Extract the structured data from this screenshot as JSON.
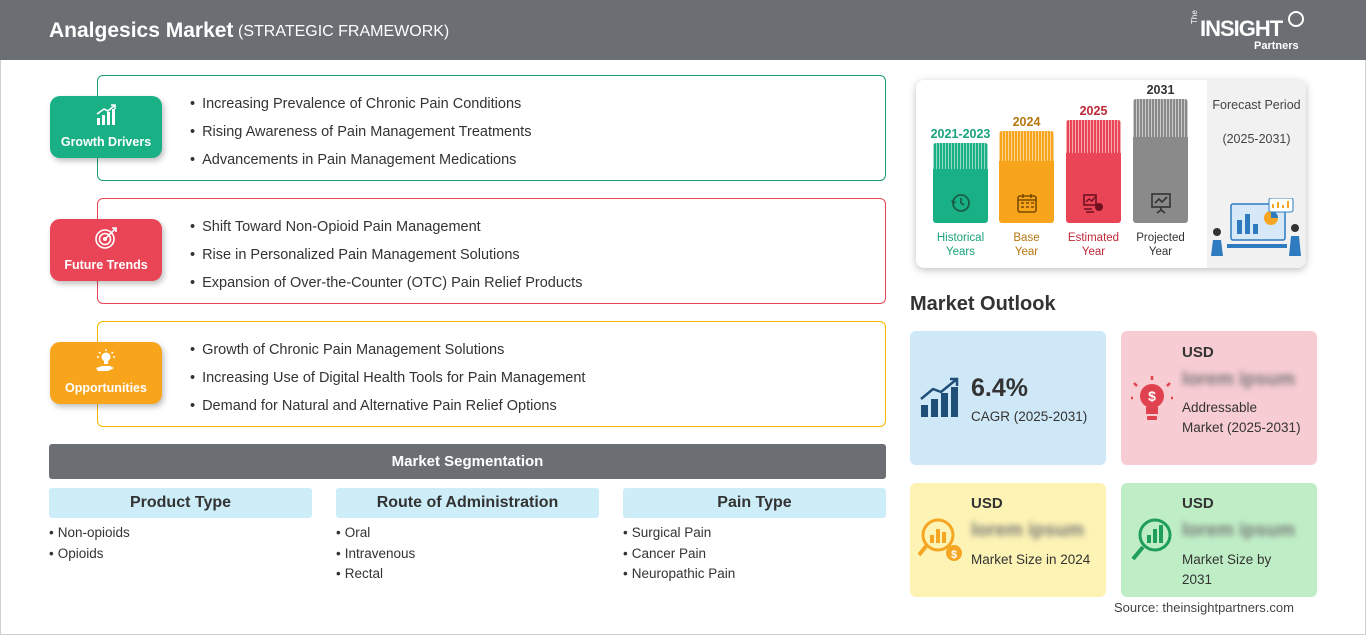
{
  "header": {
    "title": "Analgesics Market",
    "subtitle": "(STRATEGIC FRAMEWORK)",
    "logo": {
      "the": "The",
      "insight": "INSIGHT",
      "partners": "Partners"
    }
  },
  "framework": {
    "growth_drivers": {
      "label": "Growth Drivers",
      "color": "#19b085",
      "items": [
        "Increasing Prevalence of Chronic Pain Conditions",
        "Rising Awareness of Pain Management Treatments",
        "Advancements in Pain Management Medications"
      ]
    },
    "future_trends": {
      "label": "Future Trends",
      "color": "#ea4557",
      "items": [
        "Shift Toward Non-Opioid Pain Management",
        "Rise in Personalized Pain Management Solutions",
        "Expansion of Over-the-Counter (OTC) Pain Relief Products"
      ]
    },
    "opportunities": {
      "label": "Opportunities",
      "color": "#f8a51b",
      "items": [
        "Growth of Chronic Pain Management Solutions",
        "Increasing Use of Digital Health Tools for Pain Management",
        "Demand for Natural and Alternative Pain Relief Options"
      ]
    }
  },
  "segmentation": {
    "title": "Market Segmentation",
    "columns": [
      {
        "heading": "Product Type",
        "items": [
          "Non-opioids",
          "Opioids"
        ]
      },
      {
        "heading": "Route of Administration",
        "items": [
          "Oral",
          "Intravenous",
          "Rectal"
        ]
      },
      {
        "heading": "Pain Type",
        "items": [
          "Surgical Pain",
          "Cancer Pain",
          "Neuropathic Pain"
        ]
      }
    ]
  },
  "timeline": {
    "forecast_title": "Forecast Period",
    "forecast_period": "(2025-2031)",
    "bars": [
      {
        "year": "2021-2023",
        "label_line1": "Historical",
        "label_line2": "Years",
        "color": "#19b085",
        "icon": "history-icon"
      },
      {
        "year": "2024",
        "label_line1": "Base",
        "label_line2": "Year",
        "color": "#f8a51b",
        "icon": "calendar-icon"
      },
      {
        "year": "2025",
        "label_line1": "Estimated",
        "label_line2": "Year",
        "color": "#ea4557",
        "icon": "estimate-icon"
      },
      {
        "year": "2031",
        "label_line1": "Projected",
        "label_line2": "Year",
        "color": "#8a8a8a",
        "icon": "presentation-chart-icon"
      }
    ]
  },
  "outlook": {
    "title": "Market Outlook",
    "cagr": {
      "value": "6.4%",
      "label": "CAGR (2025-2031)"
    },
    "addressable": {
      "usd": "USD",
      "value": "lorem ipsum",
      "label": "Addressable Market (2025-2031)"
    },
    "size_2024": {
      "usd": "USD",
      "value": "lorem ipsum",
      "label": "Market Size in 2024"
    },
    "size_2031": {
      "usd": "USD",
      "value": "lorem ipsum",
      "label": "Market Size by 2031"
    }
  },
  "source": "Source: theinsightpartners.com"
}
